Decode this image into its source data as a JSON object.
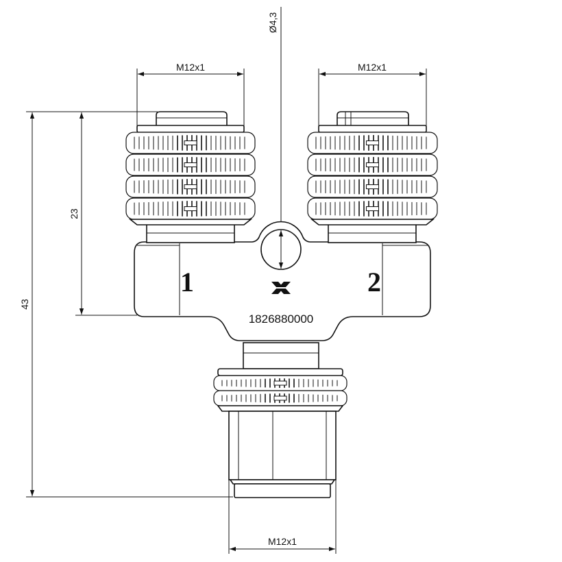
{
  "dimensions": {
    "top_left_thread": "M12x1",
    "top_right_thread": "M12x1",
    "bottom_thread": "M12x1",
    "hole_diameter": "Ø4,3",
    "height_body": "23",
    "height_total": "43"
  },
  "body": {
    "port_1_label": "1",
    "port_2_label": "2",
    "part_number": "1826880000",
    "logo_icon": "weidmueller-logo-icon"
  },
  "colors": {
    "line": "#111111",
    "background": "#ffffff"
  }
}
